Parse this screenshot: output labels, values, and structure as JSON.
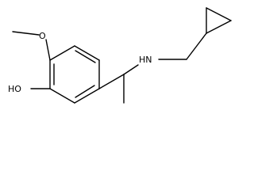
{
  "molecule": {
    "atom_labels": {
      "methoxy_oxygen": "O",
      "hydroxyl": "HO",
      "amine": "HN"
    }
  },
  "colors": {
    "bond": "#000000",
    "background": "#ffffff"
  }
}
